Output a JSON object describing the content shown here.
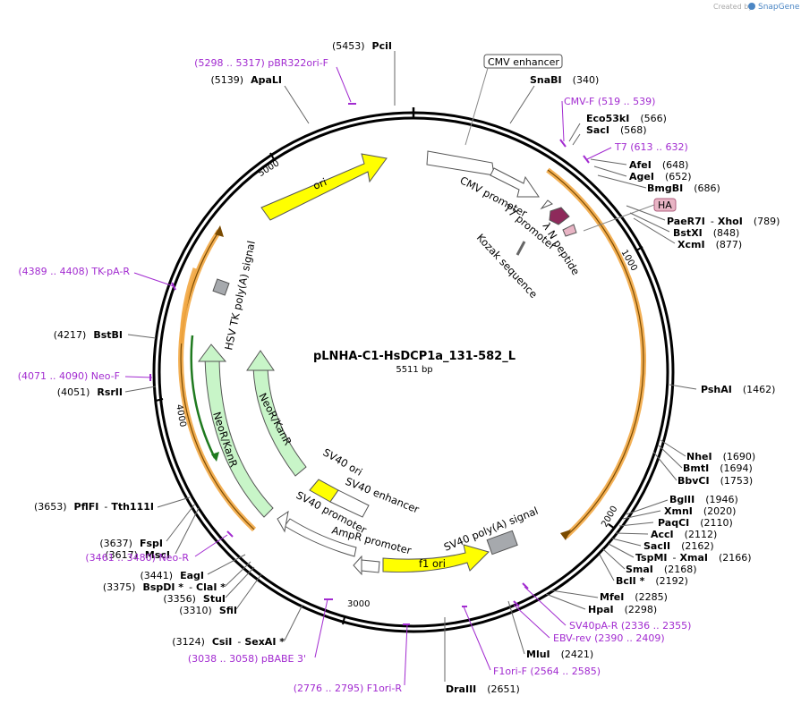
{
  "title": "pLNHA-C1-HsDCP1a_131-582_L",
  "length": "5511 bp",
  "credit": "Created by",
  "brand": "SnapGene",
  "ticks": [
    "1000",
    "2000",
    "3000",
    "4000",
    "5000"
  ],
  "enzymes": [
    {
      "name": "PciI",
      "pos": "(5453)"
    },
    {
      "name": "ApaLI",
      "pos": "(5139)"
    },
    {
      "name": "SnaBI",
      "pos": "(340)"
    },
    {
      "name": "Eco53kI",
      "pos": "(566)"
    },
    {
      "name": "SacI",
      "pos": "(568)"
    },
    {
      "name": "AfeI",
      "pos": "(648)"
    },
    {
      "name": "AgeI",
      "pos": "(652)"
    },
    {
      "name": "BmgBI",
      "pos": "(686)"
    },
    {
      "name": "PaeR7I",
      "pos": "(789)",
      "pair": "XhoI"
    },
    {
      "name": "BstXI",
      "pos": "(848)"
    },
    {
      "name": "XcmI",
      "pos": "(877)"
    },
    {
      "name": "PshAI",
      "pos": "(1462)"
    },
    {
      "name": "NheI",
      "pos": "(1690)"
    },
    {
      "name": "BmtI",
      "pos": "(1694)"
    },
    {
      "name": "BbvCI",
      "pos": "(1753)"
    },
    {
      "name": "BglII",
      "pos": "(1946)"
    },
    {
      "name": "XmnI",
      "pos": "(2020)"
    },
    {
      "name": "PaqCI",
      "pos": "(2110)"
    },
    {
      "name": "AccI",
      "pos": "(2112)"
    },
    {
      "name": "SacII",
      "pos": "(2162)"
    },
    {
      "name": "TspMI",
      "pos": "(2166)",
      "pair": "XmaI"
    },
    {
      "name": "SmaI",
      "pos": "(2168)"
    },
    {
      "name": "BclI *",
      "pos": "(2192)"
    },
    {
      "name": "MfeI",
      "pos": "(2285)"
    },
    {
      "name": "HpaI",
      "pos": "(2298)"
    },
    {
      "name": "MluI",
      "pos": "(2421)"
    },
    {
      "name": "DraIII",
      "pos": "(2651)"
    },
    {
      "name": "CsiI",
      "pos": "(3124)",
      "pair": "SexAI *"
    },
    {
      "name": "SfiI",
      "pos": "(3310)"
    },
    {
      "name": "StuI",
      "pos": "(3356)"
    },
    {
      "name": "BspDI *",
      "pos": "(3375)",
      "pair": "ClaI *"
    },
    {
      "name": "EagI",
      "pos": "(3441)"
    },
    {
      "name": "MscI",
      "pos": "(3617)"
    },
    {
      "name": "FspI",
      "pos": "(3637)"
    },
    {
      "name": "PflFI",
      "pos": "(3653)",
      "pair": "Tth111I"
    },
    {
      "name": "RsrII",
      "pos": "(4051)"
    },
    {
      "name": "BstBI",
      "pos": "(4217)"
    }
  ],
  "primers": [
    {
      "name": "pBR322ori-F",
      "range": "(5298 .. 5317)"
    },
    {
      "name": "CMV-F",
      "range": "(519 .. 539)"
    },
    {
      "name": "T7",
      "range": "(613 .. 632)"
    },
    {
      "name": "TK-pA-R",
      "range": "(4389 .. 4408)"
    },
    {
      "name": "Neo-F",
      "range": "(4071 .. 4090)"
    },
    {
      "name": "Neo-R",
      "range": "(3461 .. 3480)"
    },
    {
      "name": "SV40pA-R",
      "range": "(2336 .. 2355)"
    },
    {
      "name": "EBV-rev",
      "range": "(2390 .. 2409)"
    },
    {
      "name": "F1ori-F",
      "range": "(2564 .. 2585)"
    },
    {
      "name": "F1ori-R",
      "range": "(2776 .. 2795)"
    },
    {
      "name": "pBABE 3'",
      "range": "(3038 .. 3058)"
    }
  ],
  "features": {
    "cmv_enhancer": "CMV enhancer",
    "ha": "HA",
    "cmv_promoter": "CMV promoter",
    "t7_promoter": "T7 promoter",
    "lambda_n": "λ N peptide",
    "kozak": "Kozak sequence",
    "ori": "ori",
    "hsv_tk": "HSV TK poly(A) signal",
    "neor_inner": "NeoR/KanR",
    "neor_outer": "NeoR/KanR",
    "sv40_ori": "SV40 ori",
    "sv40_enh": "SV40 enhancer",
    "sv40_prom": "SV40 promoter",
    "ampr_prom": "AmpR promoter",
    "f1_ori": "f1 ori",
    "sv40_pa": "SV40 poly(A) signal"
  },
  "colors": {
    "backbone": "#000000",
    "ori": "#ffff00",
    "neo": "#c8f5c8",
    "orf": "#f2a742",
    "primer": "#a22bd0",
    "promoter": "#ffffff",
    "polyA": "#a6a9ad",
    "ha": "#e8b4c4",
    "lambda": "#8e2a5b",
    "kozak": "#888888"
  }
}
